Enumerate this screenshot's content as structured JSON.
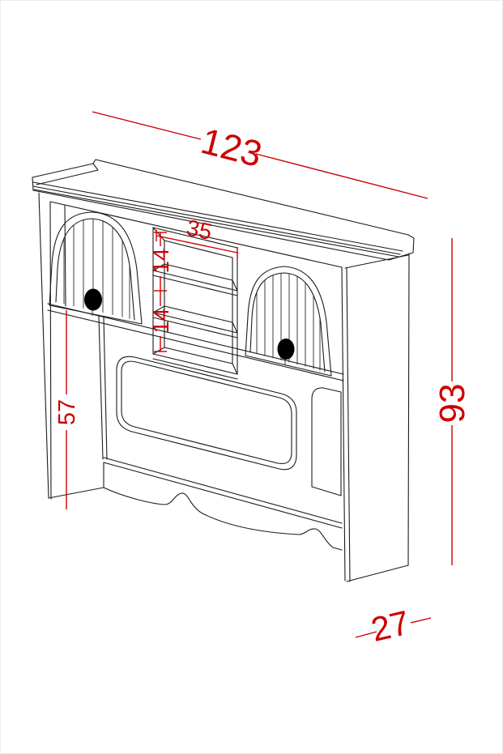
{
  "diagram": {
    "type": "furniture-dimension-drawing",
    "subject": "hutch top unit with two arched doors, open cubby shelves, pegboard and scalloped apron",
    "background": "#ffffff",
    "outline_color": "#1b1b1b",
    "dimension_color": "#cc0000",
    "knob_color": "#000000",
    "dimensions": {
      "overall_width": "123",
      "cubby_width": "35",
      "cubby_upper_height": "14",
      "cubby_lower_height": "14",
      "left_opening_height": "57",
      "overall_height": "93",
      "overall_depth": "27"
    }
  }
}
